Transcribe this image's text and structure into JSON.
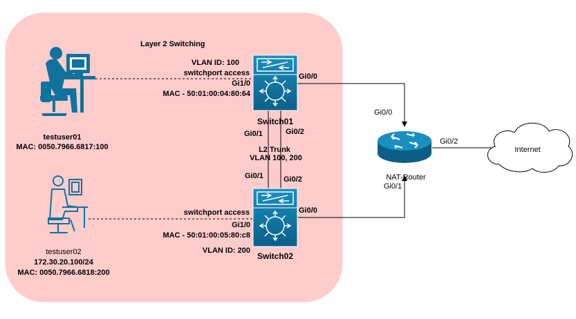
{
  "colors": {
    "zone_fill": "#ffcccc",
    "device_blue": "#10739e",
    "device_dark": "#0b5679",
    "person": "#10739e"
  },
  "zone": {
    "title": "Layer 2 Switching"
  },
  "hosts": {
    "testuser01": {
      "icon": "user-at-computer-icon",
      "name": "testuser01",
      "mac": "MAC: 0050.7966.6817:100"
    },
    "testuser02": {
      "icon": "user-at-computer-outline-icon",
      "name": "testuser02",
      "ip": "172.30.20.100/24",
      "mac": "MAC: 0050.7966.6818:200"
    }
  },
  "switch01": {
    "icon": "layer3-switch-icon",
    "name": "Switch01",
    "vlan": "VLAN ID: 100",
    "mode": "switchport access",
    "access_port": "Gi1/0",
    "mac": "MAC - 50:01:00:04:80:64",
    "uplink_port": "Gi0/0",
    "trunk_port_a": "Gi0/1",
    "trunk_port_b": "Gi0/2"
  },
  "switch02": {
    "icon": "layer3-switch-icon",
    "name": "Switch02",
    "vlan": "VLAN ID: 200",
    "mode": "switchport access",
    "access_port": "Gi1/0",
    "mac": "MAC - 50:01:00:05:80:c8",
    "uplink_port": "Gi0/0",
    "trunk_port_a": "Gi0/1",
    "trunk_port_b": "Gi0/2"
  },
  "trunk": {
    "title": "L2 Trunk",
    "vlans": "VLAN 100, 200"
  },
  "router": {
    "icon": "router-icon",
    "name": "NAT-Router",
    "port_sw01": "Gi0/0",
    "port_sw02": "Gi0/1",
    "port_internet": "Gi0/2"
  },
  "internet": {
    "icon": "cloud-icon",
    "label": "Internet"
  }
}
